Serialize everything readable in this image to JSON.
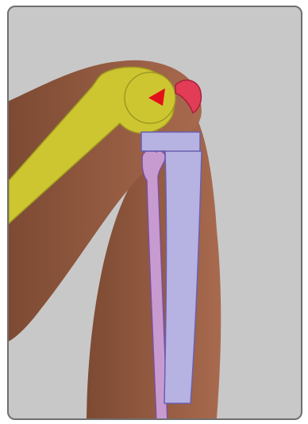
{
  "colors": {
    "panel_background": "#c8c8c8",
    "panel_border": "#6f6f6f",
    "skin": "#a86a4e",
    "skin_shadow": "#7d4a33",
    "femur": "#cdc631",
    "femur_outline": "#9e9a20",
    "patella": "#e23c57",
    "patella_outline": "#a5223a",
    "tibia": "#b6b2e2",
    "tibia_outline": "#6b5fb0",
    "fibula": "#c89bd0",
    "fibula_outline": "#7d4f9a",
    "rotation_marker": "#e3101a"
  },
  "illustration": {
    "subject": "bent-knee-leg",
    "layers": [
      "thigh-skin",
      "lower-leg-skin",
      "femur",
      "patella",
      "tibia",
      "fibula",
      "knee-rotation-marker"
    ]
  }
}
